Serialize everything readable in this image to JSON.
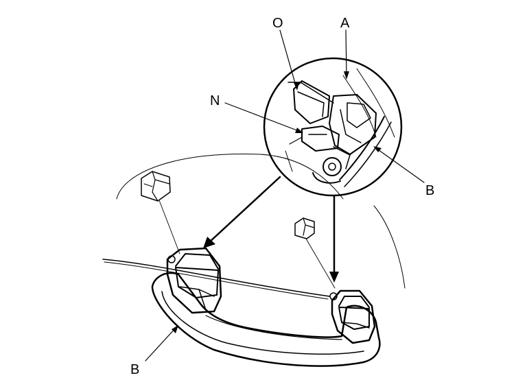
{
  "labels": {
    "o": "O",
    "a": "A",
    "n": "N",
    "b_detail": "B",
    "b_handle": "B"
  },
  "colors": {
    "ink": "#000000",
    "paper": "#ffffff",
    "detail_shade": "#d8d8d8"
  }
}
